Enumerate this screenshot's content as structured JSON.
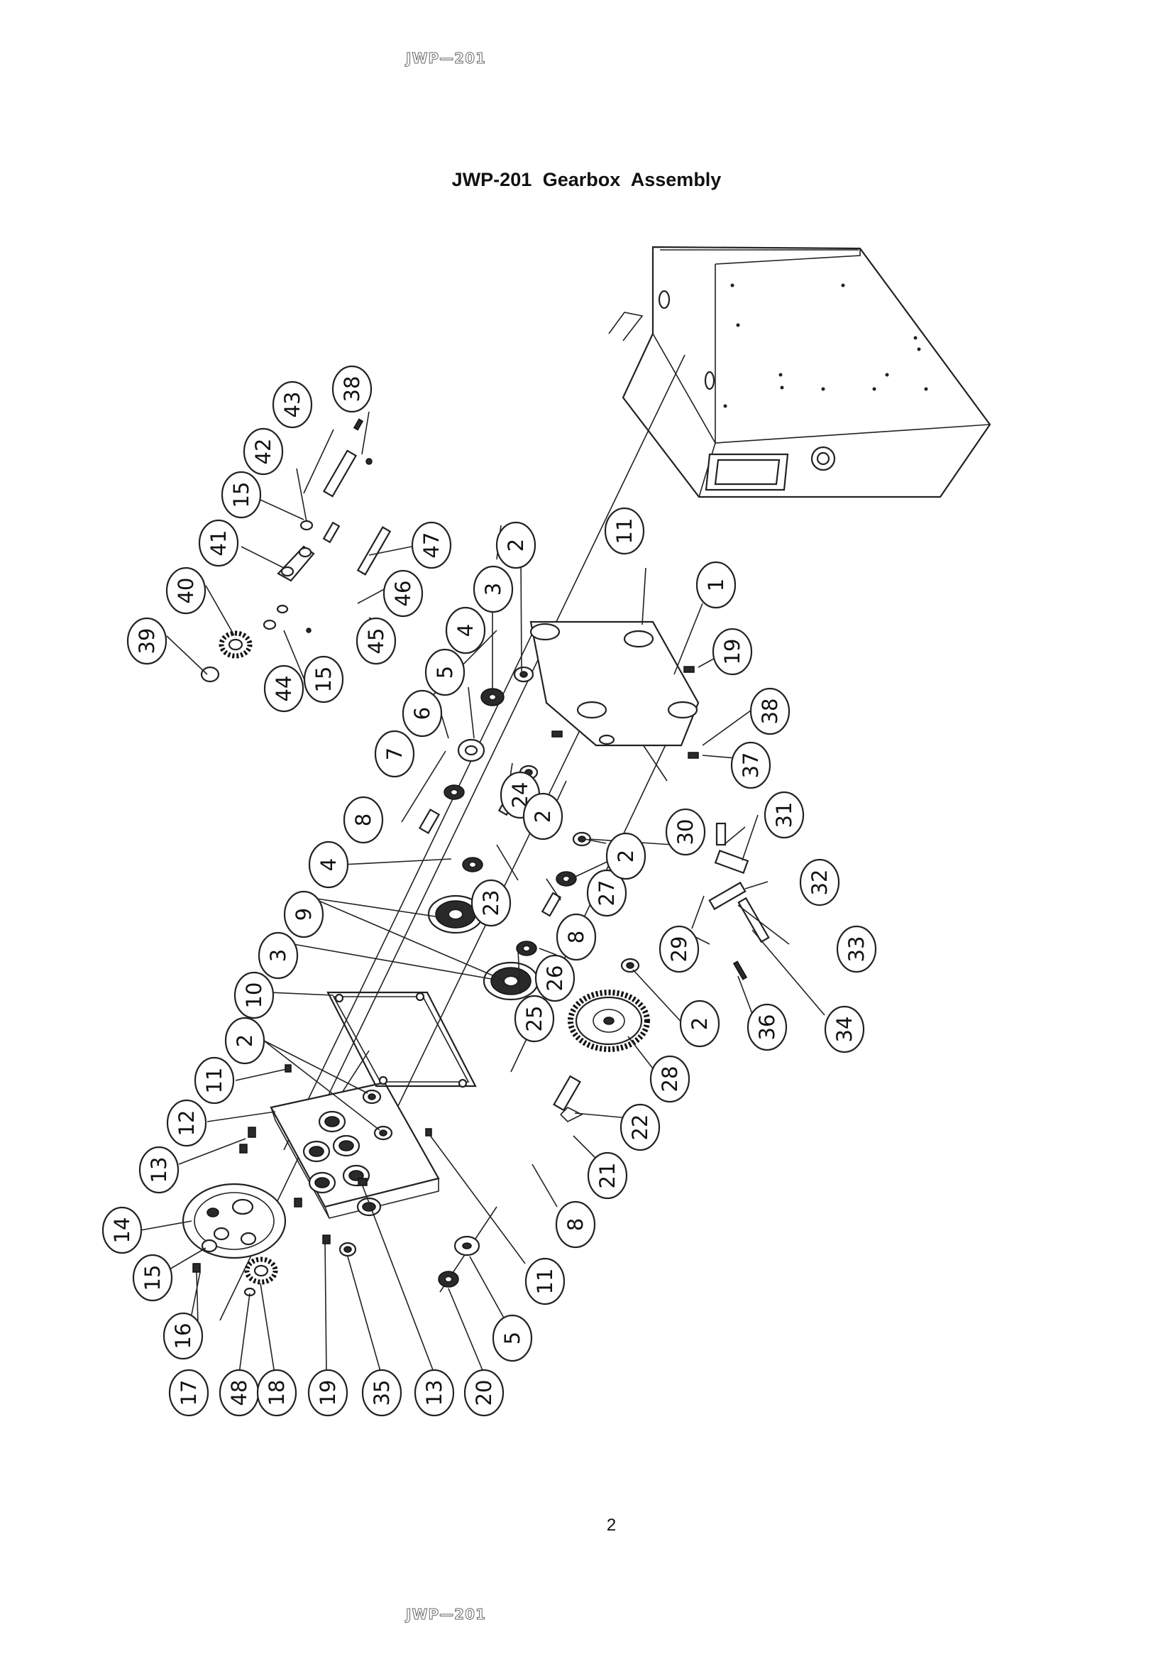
{
  "header": {
    "mark": "JWP—201"
  },
  "title": "JWP-201   Gearbox Assembly",
  "page_number": "2",
  "footer": {
    "mark": "JWP—201"
  },
  "callouts": [
    "43",
    "38",
    "42",
    "15",
    "41",
    "40",
    "39",
    "47",
    "46",
    "45",
    "44",
    "15",
    "2",
    "11",
    "1",
    "19",
    "3",
    "4",
    "5",
    "6",
    "7",
    "8",
    "38",
    "37",
    "24",
    "2",
    "23",
    "4",
    "27",
    "8",
    "2",
    "9",
    "3",
    "26",
    "25",
    "30",
    "31",
    "32",
    "29",
    "33",
    "36",
    "34",
    "10",
    "2",
    "28",
    "2",
    "22",
    "11",
    "12",
    "21",
    "13",
    "14",
    "8",
    "11",
    "15",
    "5",
    "16",
    "17",
    "48",
    "18",
    "19",
    "35",
    "13",
    "20"
  ]
}
